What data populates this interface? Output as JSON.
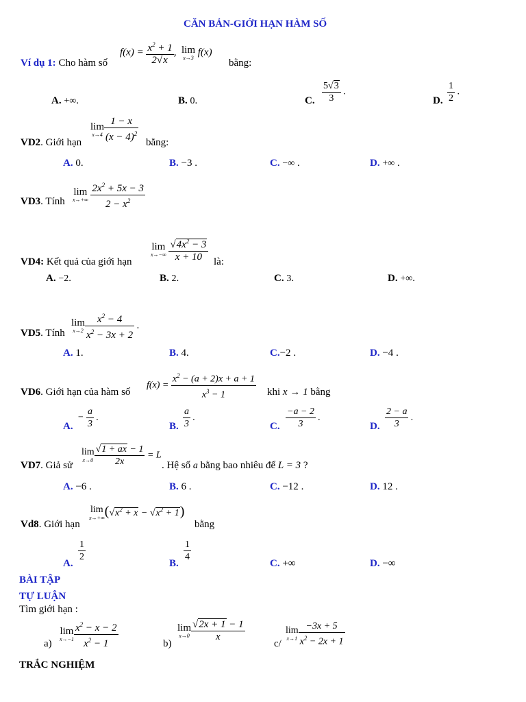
{
  "title": "CĂN BẢN-GIỚI HẠN HÀM SỐ",
  "vd1": {
    "label": "Ví dụ 1:",
    "text": "Cho hàm số",
    "tail": "bằng:",
    "A": "A.",
    "Av": "+∞",
    "B": "B.",
    "Bv": "0",
    "C": "C.",
    "D": "D."
  },
  "vd2": {
    "label": "VD2",
    "text": ". Giới hạn",
    "tail": "bằng:",
    "A": "A.",
    "Av": "0",
    "B": "B.",
    "Bv": "−3",
    "C": "C.",
    "Cv": "−∞",
    "D": "D.",
    "Dv": "+∞"
  },
  "vd3": {
    "label": "VD3",
    "text": ". Tính"
  },
  "vd4": {
    "label": "VD4:",
    "text": "Kết quả của giới hạn",
    "tail": "là:",
    "A": "A.",
    "Av": "−2",
    "B": "B.",
    "Bv": "2",
    "C": "C.",
    "Cv": "3",
    "D": "D.",
    "Dv": "+∞"
  },
  "vd5": {
    "label": "VD5",
    "text": ". Tính",
    "A": "A.",
    "Av": "1",
    "B": "B.",
    "Bv": "4",
    "C": "C.",
    "Cv": "−2",
    "D": "D.",
    "Dv": "−4"
  },
  "vd6": {
    "label": "VD6",
    "text": ". Giới hạn của hàm số",
    "khi": "khi",
    "tail": "bằng",
    "A": "A.",
    "B": "B.",
    "C": "C.",
    "D": "D."
  },
  "vd7": {
    "label": "VD7",
    "text": ". Giả sử",
    "mid": ". Hệ số",
    "mid2": "bằng bao nhiêu để",
    "tail": "?",
    "A": "A.",
    "Av": "−6",
    "B": "B.",
    "Bv": "6",
    "C": "C.",
    "Cv": "−12",
    "D": "D.",
    "Dv": "12"
  },
  "vd8": {
    "label": "Vd8",
    "text": ". Giới hạn",
    "tail": "bằng",
    "A": "A.",
    "B": "B.",
    "C": "C.",
    "Cv": "+∞",
    "D": "D.",
    "Dv": "−∞"
  },
  "bai_tap": "BÀI TẬP",
  "tu_luan": "TỰ LUẬN",
  "tim": "Tìm giới hạn :",
  "ex": {
    "a": "a)",
    "b": "b)",
    "c": "c/"
  },
  "trac_nghiem": "TRẮC NGHIỆM"
}
